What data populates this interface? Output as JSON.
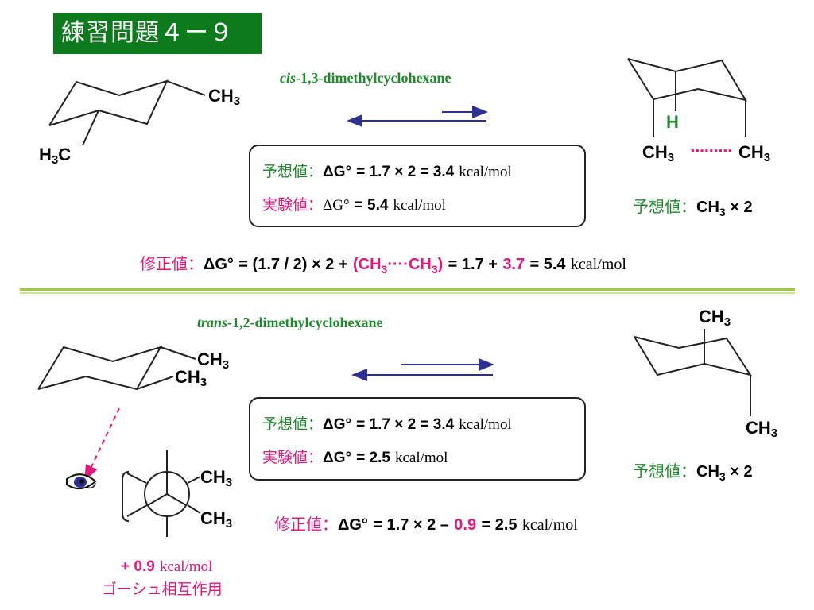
{
  "title": "練習問題４ー９",
  "labels": {
    "predicted": "予想値",
    "experimental": "実験値",
    "corrected": "修正値",
    "colon": "：",
    "deltaG": "ΔG°",
    "unit": "kcal/mol",
    "gauche_interaction": "ゴーシュ相互作用"
  },
  "cis": {
    "name_italic": "cis",
    "name_rest": "-1,3-dimethylcyclohexane",
    "predicted_expr": "= 1.7 × 2 = 3.4",
    "experimental_expr": "= 5.4",
    "corrected_expr_1": "= (1.7 / 2) × 2 +",
    "corrected_interaction": "(CH3····CH3)",
    "corrected_expr_2": "= 1.7 +",
    "corrected_value": "3.7",
    "corrected_expr_3": "= 5.4",
    "right_label": "予想値",
    "right_expr": "CH3 × 2",
    "axial_h": "H",
    "left_ch3_top": "CH3",
    "left_h3c": "H3C",
    "right_ch3_left": "CH3",
    "right_ch3_right": "CH3",
    "dotted": "·········"
  },
  "trans": {
    "name_italic": "trans",
    "name_rest": "-1,2-dimethylcyclohexane",
    "predicted_expr": "= 1.7 × 2 = 3.4",
    "experimental_expr": "= 2.5",
    "corrected_expr_1": "= 1.7 × 2 –",
    "corrected_value": "0.9",
    "corrected_expr_2": "= 2.5",
    "right_label": "予想値",
    "right_expr": "CH3 × 2",
    "left_ch3_a": "CH3",
    "left_ch3_b": "CH3",
    "right_ch3_top": "CH3",
    "right_ch3_bottom": "CH3",
    "newman_ch3_a": "CH3",
    "newman_ch3_b": "CH3",
    "gauche_value": "+ 0.9"
  },
  "colors": {
    "title_bg": "#0d7a1e",
    "green": "#1e8a2c",
    "pink": "#e0197d",
    "arrow": "#2e3192",
    "divider": "#9ccc3c"
  }
}
